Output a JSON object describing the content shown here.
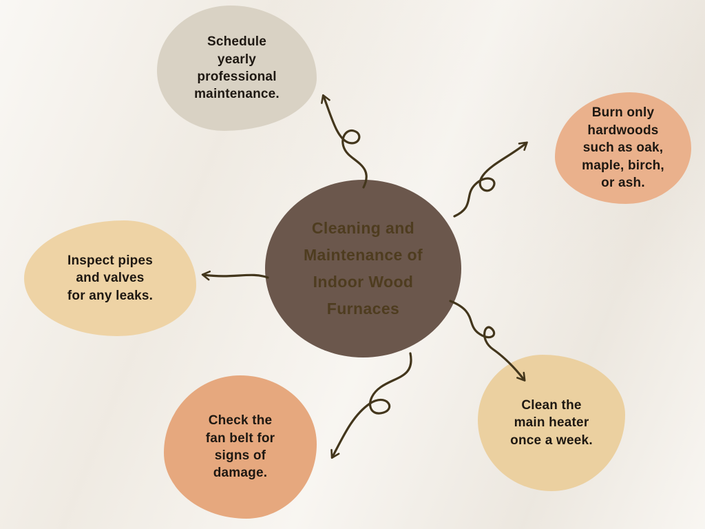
{
  "page": {
    "canvas_style": "background-color:#f4f0e9",
    "background_color": "#f4f0e9"
  },
  "center": {
    "title": "Cleaning and\nMaintenance of\nIndoor Wood\nFurnaces",
    "bg_color": "#6b574c",
    "text_color": "#4e3c1f",
    "style": "background-color:#6b574c"
  },
  "nodes": [
    {
      "id": "schedule-maintenance",
      "text": "Schedule\nyearly\nprofessional\nmaintenance.",
      "bg_color": "#d9d2c4",
      "style": "background-color:#d9d2c4"
    },
    {
      "id": "burn-hardwoods",
      "text": "Burn only\nhardwoods\nsuch as oak,\nmaple, birch,\nor ash.",
      "bg_color": "#eab18c",
      "style": "background-color:#eab18c"
    },
    {
      "id": "inspect-pipes",
      "text": "Inspect pipes\nand valves\nfor any leaks.",
      "bg_color": "#eed3a5",
      "style": "background-color:#eed3a5"
    },
    {
      "id": "check-fan-belt",
      "text": "Check the\nfan belt for\nsigns of\ndamage.",
      "bg_color": "#e6a87e",
      "style": "background-color:#e6a87e"
    },
    {
      "id": "clean-heater",
      "text": "Clean the\nmain heater\nonce a week.",
      "bg_color": "#ebd0a0",
      "style": "background-color:#ebd0a0"
    }
  ],
  "arrows": {
    "color": "#43361c",
    "connections": [
      {
        "from": "center",
        "to": "schedule-maintenance"
      },
      {
        "from": "center",
        "to": "burn-hardwoods"
      },
      {
        "from": "center",
        "to": "inspect-pipes"
      },
      {
        "from": "center",
        "to": "check-fan-belt"
      },
      {
        "from": "center",
        "to": "clean-heater"
      }
    ]
  }
}
